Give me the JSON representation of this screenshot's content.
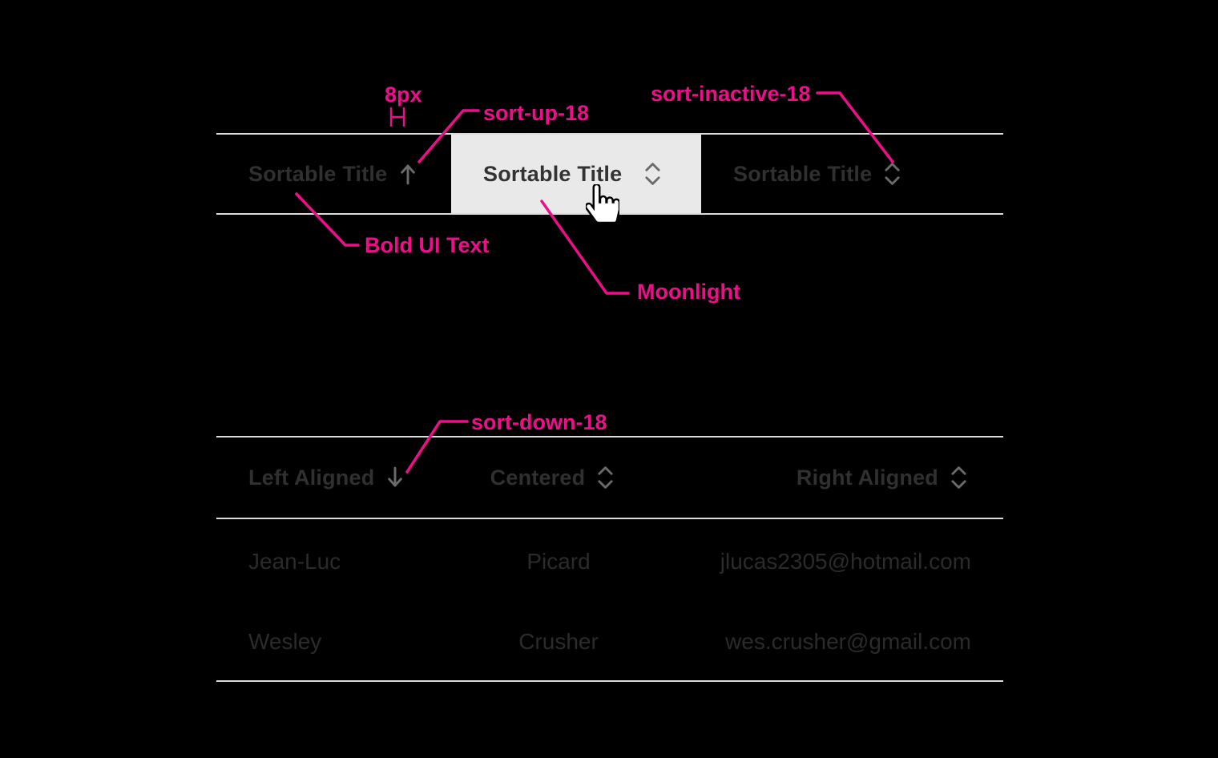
{
  "colors": {
    "annotation_pink": "#ed0f8a",
    "header_text": "#303030",
    "hover_text": "#333333",
    "row_text": "#2b2b2b",
    "icon_gray": "#6b6b6b",
    "rule_gray": "#dcdcdc",
    "moonlight_bg": "#e9e9e9"
  },
  "annotations": {
    "spacing_label": "8px",
    "sort_up_label": "sort-up-18",
    "sort_inactive_label": "sort-inactive-18",
    "bold_ui_text_label": "Bold UI Text",
    "moonlight_label": "Moonlight",
    "sort_down_label": "sort-down-18"
  },
  "header_demo": {
    "cells": [
      {
        "label": "Sortable Title",
        "icon": "sort-up-18",
        "state": "sorted-ascending"
      },
      {
        "label": "Sortable Title",
        "icon": "sort-inactive-18",
        "state": "hover-moonlight"
      },
      {
        "label": "Sortable Title",
        "icon": "sort-inactive-18",
        "state": "inactive"
      }
    ]
  },
  "table": {
    "columns": [
      {
        "label": "Left Aligned",
        "icon": "sort-down-18",
        "align": "left"
      },
      {
        "label": "Centered",
        "icon": "sort-inactive-18",
        "align": "center"
      },
      {
        "label": "Right Aligned",
        "icon": "sort-inactive-18",
        "align": "right"
      }
    ],
    "rows": [
      [
        "Jean-Luc",
        "Picard",
        "jlucas2305@hotmail.com"
      ],
      [
        "Wesley",
        "Crusher",
        "wes.crusher@gmail.com"
      ]
    ]
  }
}
